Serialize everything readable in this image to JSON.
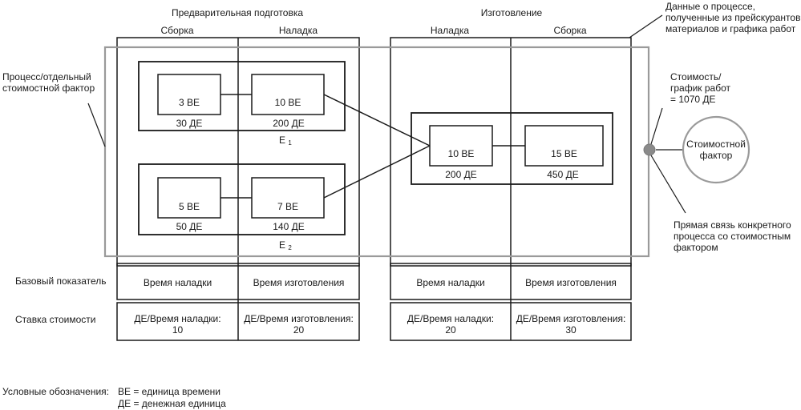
{
  "headers": {
    "prep": "Предварительная подготовка",
    "manufacturing": "Изготовление",
    "prep_col1": "Сборка",
    "prep_col2": "Наладка",
    "mfg_col1": "Наладка",
    "mfg_col2": "Сборка"
  },
  "annotations": {
    "process_data": "Данные о процессе,\nполученные из прейскурантов\nматериалов и графика работ",
    "process_factor": "Процесс/отдельный\nстоимостной фактор",
    "cost_schedule": "Стоимость/\nграфик работ\n= 1070 ДЕ",
    "cost_factor": "Стоимостной\nфактор",
    "direct_link": "Прямая связь конкретного\nпроцесса со стоимостным\nфактором"
  },
  "processes": {
    "p1": {
      "time": "3 ВЕ",
      "cost": "30 ДЕ"
    },
    "p2": {
      "time": "10 ВЕ",
      "cost": "200 ДЕ"
    },
    "p3": {
      "time": "5 ВЕ",
      "cost": "50 ДЕ"
    },
    "p4": {
      "time": "7 ВЕ",
      "cost": "140 ДЕ"
    },
    "p5": {
      "time": "10 ВЕ",
      "cost": "200 ДЕ"
    },
    "p6": {
      "time": "15 ВЕ",
      "cost": "450 ДЕ"
    },
    "e1": "Е",
    "e1_sub": "1",
    "e2": "Е",
    "e2_sub": "2"
  },
  "rows": {
    "base_label": "Базовый показатель",
    "rate_label": "Ставка стоимости",
    "base": [
      "Время наладки",
      "Время изготовления",
      "Время наладки",
      "Время изготовления"
    ],
    "rate": [
      "ДЕ/Время наладки:\n10",
      "ДЕ/Время изготовления:\n20",
      "ДЕ/Время наладки:\n20",
      "ДЕ/Время изготовления:\n30"
    ]
  },
  "legend": {
    "label": "Условные обозначения:",
    "ve": "ВЕ = единица времени",
    "de": "ДЕ = денежная единица"
  },
  "colors": {
    "line": "#1a1a1a",
    "gray_frame": "#9a9a9a",
    "factor_fill": "#8a8a8a"
  }
}
